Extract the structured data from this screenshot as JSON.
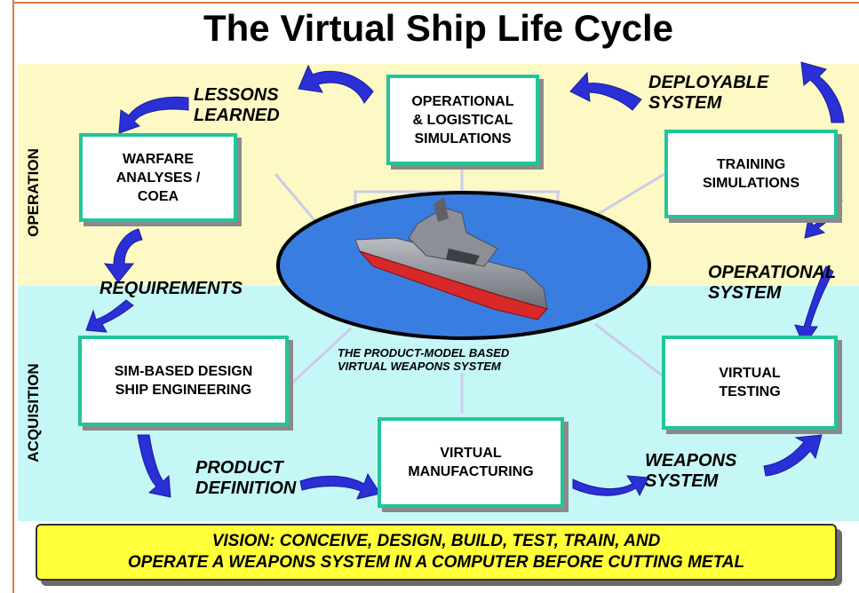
{
  "title": "The Virtual Ship Life Cycle",
  "side_labels": {
    "operation": "OPERATION",
    "acquisition": "ACQUISITION"
  },
  "boxes": {
    "operational_logistical": "OPERATIONAL\n& LOGISTICAL\nSIMULATIONS",
    "warfare_analyses": "WARFARE\nANALYSES /\nCOEA",
    "training_simulations": "TRAINING\nSIMULATIONS",
    "sim_based_design": "SIM-BASED DESIGN\nSHIP ENGINEERING",
    "virtual_testing": "VIRTUAL\nTESTING",
    "virtual_manufacturing": "VIRTUAL\nMANUFACTURING"
  },
  "flow_labels": {
    "lessons_learned": "LESSONS\nLEARNED",
    "deployable_system": "DEPLOYABLE\nSYSTEM",
    "requirements": "REQUIREMENTS",
    "operational_system": "OPERATIONAL\nSYSTEM",
    "product_definition": "PRODUCT\nDEFINITION",
    "weapons_system": "WEAPONS\nSYSTEM"
  },
  "center_caption": "THE PRODUCT-MODEL BASED\nVIRTUAL WEAPONS SYSTEM",
  "vision": {
    "line1": "VISION: CONCEIVE, DESIGN, BUILD, TEST, TRAIN, AND",
    "line2": "OPERATE A WEAPONS SYSTEM  IN A COMPUTER BEFORE CUTTING METAL"
  },
  "colors": {
    "box_border": "#22c59a",
    "arrow": "#2b2fd6",
    "operation_band": "#fdf9c4",
    "acquisition_band": "#c6f7f7",
    "ellipse_fill": "#3a7de0",
    "vision_fill": "#ffff3a"
  }
}
